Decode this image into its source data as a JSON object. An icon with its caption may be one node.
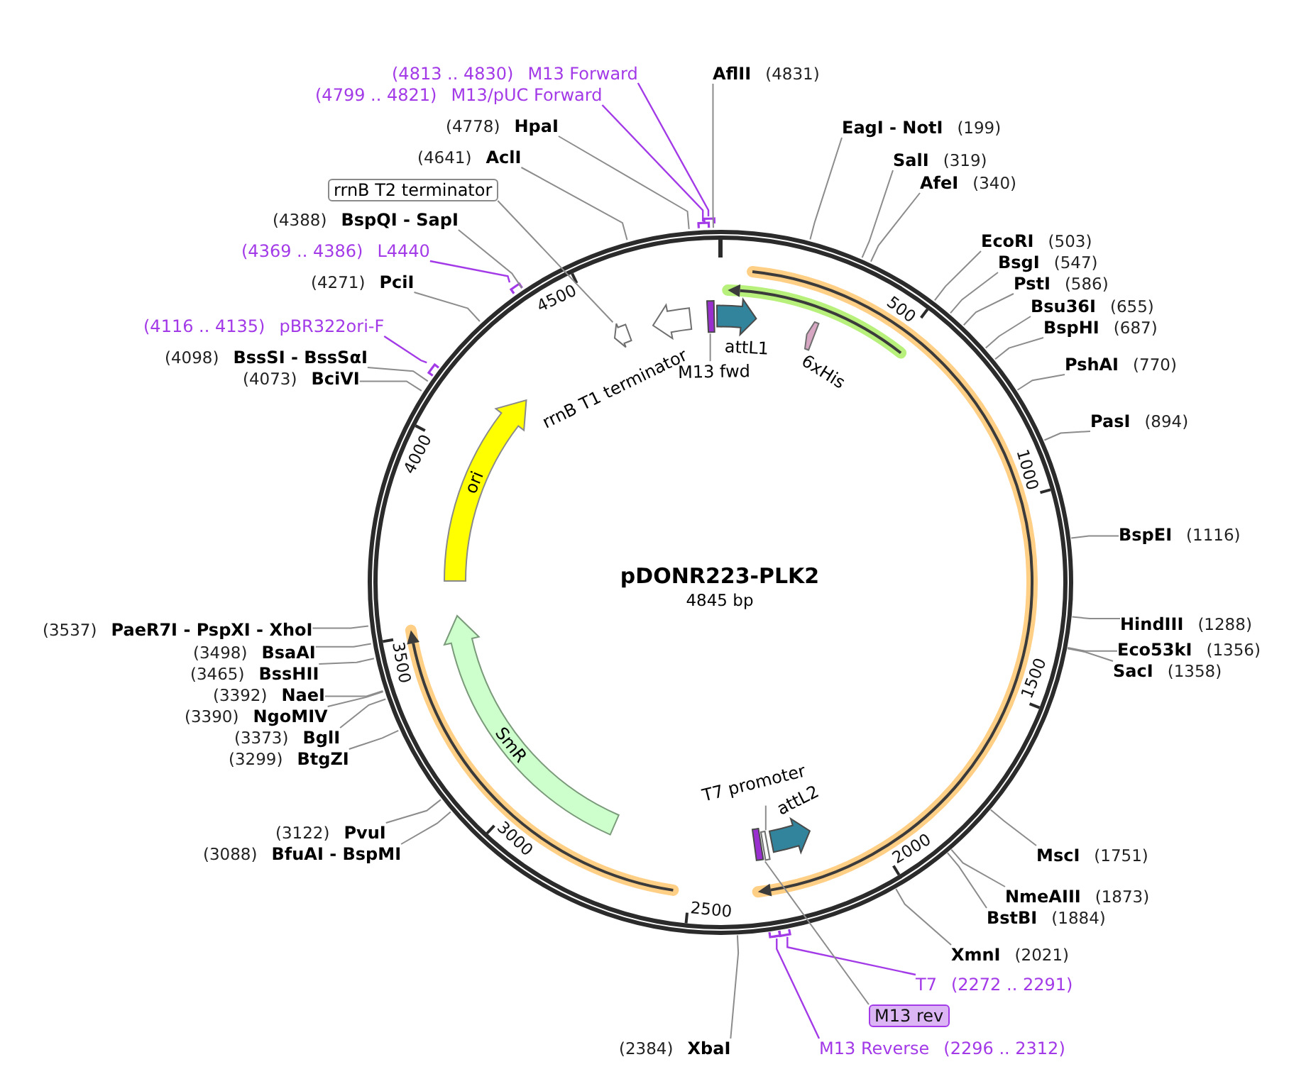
{
  "diagram": {
    "nodes": [
      {
        "text": [
          "pDONR223-PLK2",
          "4845 bp"
        ]
      },
      {
        "text": [],
        "shape": "arrow",
        "in": 0
      },
      {
        "text": [
          "rrnB T1 terminator"
        ],
        "in": 0
      },
      {
        "text": [],
        "shape": "bar",
        "in": 0
      },
      {
        "text": [
          "attL1"
        ],
        "in": 0
      },
      {
        "text": [
          "M13 fwd"
        ],
        "in": 0
      },
      {
        "text": [
          "6xHis"
        ],
        "in": 0
      },
      {
        "text": [
          "ori"
        ],
        "in": 0
      },
      {
        "text": [
          "SmR"
        ],
        "in": 0
      },
      {
        "text": [
          "T7 promoter"
        ],
        "in": 0
      },
      {
        "text": [
          "attL2"
        ],
        "in": 0
      },
      {
        "text": [],
        "shape": "bar",
        "in": 0
      },
      {
        "text": [],
        "shape": "arrow",
        "in": 0
      },
      {
        "text": [
          "(4813 .. 4830)",
          "M13 Forward"
        ]
      },
      {
        "text": [
          "AflII",
          "(4831)"
        ]
      },
      {
        "text": [
          "(4799 .. 4821)",
          "M13/pUC Forward"
        ]
      },
      {
        "text": [
          "(4778)",
          "HpaI"
        ]
      },
      {
        "text": [
          "EagI - NotI",
          "(199)"
        ]
      },
      {
        "text": [
          "(4641)",
          "AclI"
        ]
      },
      {
        "text": [
          "SalI",
          "(319)"
        ]
      },
      {
        "text": [
          "AfeI",
          "(340)"
        ]
      },
      {
        "text": [
          "rrnB T2 terminator"
        ]
      },
      {
        "text": [
          "(4388)",
          "BspQI - SapI"
        ]
      },
      {
        "text": [
          "EcoRI",
          "(503)"
        ]
      },
      {
        "text": [
          "(4369 .. 4386)",
          "L4440"
        ]
      },
      {
        "text": [
          "BsgI",
          "(547)"
        ]
      },
      {
        "text": [
          "(4271)",
          "PciI"
        ]
      },
      {
        "text": [
          "PstI",
          "(586)"
        ]
      },
      {
        "text": [
          "Bsu36I",
          "(655)"
        ]
      },
      {
        "text": [
          "(4116 .. 4135)",
          "pBR322ori-F"
        ]
      },
      {
        "text": [
          "BspHI",
          "(687)"
        ]
      },
      {
        "text": [
          "(4098)",
          "BssSI - BssSαI"
        ]
      },
      {
        "text": [
          "PshAI",
          "(770)"
        ]
      },
      {
        "text": [
          "(4073)",
          "BciVI"
        ]
      },
      {
        "text": [
          "PasI",
          "(894)"
        ]
      },
      {
        "text": [
          "BspEI",
          "(1116)"
        ]
      },
      {
        "text": [
          "HindIII",
          "(1288)"
        ]
      },
      {
        "text": [
          "(3537)",
          "PaeR7I - PspXI - XhoI"
        ]
      },
      {
        "text": [
          "Eco53kI",
          "(1356)"
        ]
      },
      {
        "text": [
          "(3498)",
          "BsaAI"
        ]
      },
      {
        "text": [
          "SacI",
          "(1358)"
        ]
      },
      {
        "text": [
          "(3465)",
          "BssHII"
        ]
      },
      {
        "text": [
          "(3392)",
          "NaeI"
        ]
      },
      {
        "text": [
          "(3390)",
          "NgoMIV"
        ]
      },
      {
        "text": [
          "(3373)",
          "BglI"
        ]
      },
      {
        "text": [
          "(3299)",
          "BtgZI"
        ]
      },
      {
        "text": [
          "(3122)",
          "PvuI"
        ]
      },
      {
        "text": [
          "(3088)",
          "BfuAI - BspMI"
        ]
      },
      {
        "text": [
          "MscI",
          "(1751)"
        ]
      },
      {
        "text": [
          "NmeAIII",
          "(1873)"
        ]
      },
      {
        "text": [
          "BstBI",
          "(1884)"
        ]
      },
      {
        "text": [
          "XmnI",
          "(2021)"
        ]
      },
      {
        "text": [
          "T7",
          "(2272 .. 2291)"
        ]
      },
      {
        "text": [
          "M13 rev"
        ]
      },
      {
        "text": [
          "(2384)",
          "XbaI"
        ]
      },
      {
        "text": [
          "M13 Reverse",
          "(2296 .. 2312)"
        ]
      },
      {
        "text": [],
        "shape": "bracket"
      },
      {
        "text": [],
        "shape": "bracket"
      },
      {
        "text": [],
        "shape": "bracket"
      },
      {
        "text": [],
        "shape": "bracket"
      },
      {
        "text": [],
        "shape": "bracket"
      },
      {
        "text": [],
        "shape": "bracket"
      }
    ],
    "edges": [
      {
        "from": 5,
        "to": 3,
        "arrow": "none"
      },
      {
        "from": 9,
        "to": 12,
        "arrow": "none"
      },
      {
        "from": 13,
        "to": 56,
        "arrow": "none",
        "color": "#a33ae8"
      },
      {
        "from": 14,
        "to": 0,
        "arrow": "none"
      },
      {
        "from": 15,
        "to": 57,
        "arrow": "none",
        "color": "#a33ae8"
      },
      {
        "from": 16,
        "to": 0,
        "arrow": "none"
      },
      {
        "from": 17,
        "to": 0,
        "arrow": "none"
      },
      {
        "from": 18,
        "to": 0,
        "arrow": "none"
      },
      {
        "from": 19,
        "to": 0,
        "arrow": "none"
      },
      {
        "from": 20,
        "to": 0,
        "arrow": "none"
      },
      {
        "from": 21,
        "to": 1,
        "arrow": "none"
      },
      {
        "from": 22,
        "to": 0,
        "arrow": "none"
      },
      {
        "from": 23,
        "to": 0,
        "arrow": "none"
      },
      {
        "from": 24,
        "to": 58,
        "arrow": "none",
        "color": "#a33ae8"
      },
      {
        "from": 25,
        "to": 0,
        "arrow": "none"
      },
      {
        "from": 26,
        "to": 0,
        "arrow": "none"
      },
      {
        "from": 27,
        "to": 0,
        "arrow": "none"
      },
      {
        "from": 28,
        "to": 0,
        "arrow": "none"
      },
      {
        "from": 29,
        "to": 59,
        "arrow": "none",
        "color": "#a33ae8"
      },
      {
        "from": 30,
        "to": 0,
        "arrow": "none"
      },
      {
        "from": 31,
        "to": 0,
        "arrow": "none"
      },
      {
        "from": 32,
        "to": 0,
        "arrow": "none"
      },
      {
        "from": 33,
        "to": 0,
        "arrow": "none"
      },
      {
        "from": 34,
        "to": 0,
        "arrow": "none"
      },
      {
        "from": 35,
        "to": 0,
        "arrow": "none"
      },
      {
        "from": 36,
        "to": 0,
        "arrow": "none"
      },
      {
        "from": 37,
        "to": 0,
        "arrow": "none"
      },
      {
        "from": 38,
        "to": 0,
        "arrow": "none"
      },
      {
        "from": 39,
        "to": 0,
        "arrow": "none"
      },
      {
        "from": 40,
        "to": 0,
        "arrow": "none"
      },
      {
        "from": 41,
        "to": 0,
        "arrow": "none"
      },
      {
        "from": 42,
        "to": 0,
        "arrow": "none"
      },
      {
        "from": 43,
        "to": 0,
        "arrow": "none"
      },
      {
        "from": 44,
        "to": 0,
        "arrow": "none"
      },
      {
        "from": 45,
        "to": 0,
        "arrow": "none"
      },
      {
        "from": 46,
        "to": 0,
        "arrow": "none"
      },
      {
        "from": 47,
        "to": 0,
        "arrow": "none"
      },
      {
        "from": 48,
        "to": 0,
        "arrow": "none"
      },
      {
        "from": 49,
        "to": 0,
        "arrow": "none"
      },
      {
        "from": 50,
        "to": 0,
        "arrow": "none"
      },
      {
        "from": 51,
        "to": 0,
        "arrow": "none"
      },
      {
        "from": 52,
        "to": 60,
        "arrow": "none",
        "color": "#a33ae8"
      },
      {
        "from": 53,
        "to": 11,
        "arrow": "none"
      },
      {
        "from": 54,
        "to": 0,
        "arrow": "none"
      },
      {
        "from": 55,
        "to": 61,
        "arrow": "none",
        "color": "#a33ae8"
      }
    ],
    "labels": [
      "4500",
      "500",
      "4000",
      "1000",
      "3500",
      "1500",
      "3000",
      "2000",
      "2500"
    ]
  }
}
